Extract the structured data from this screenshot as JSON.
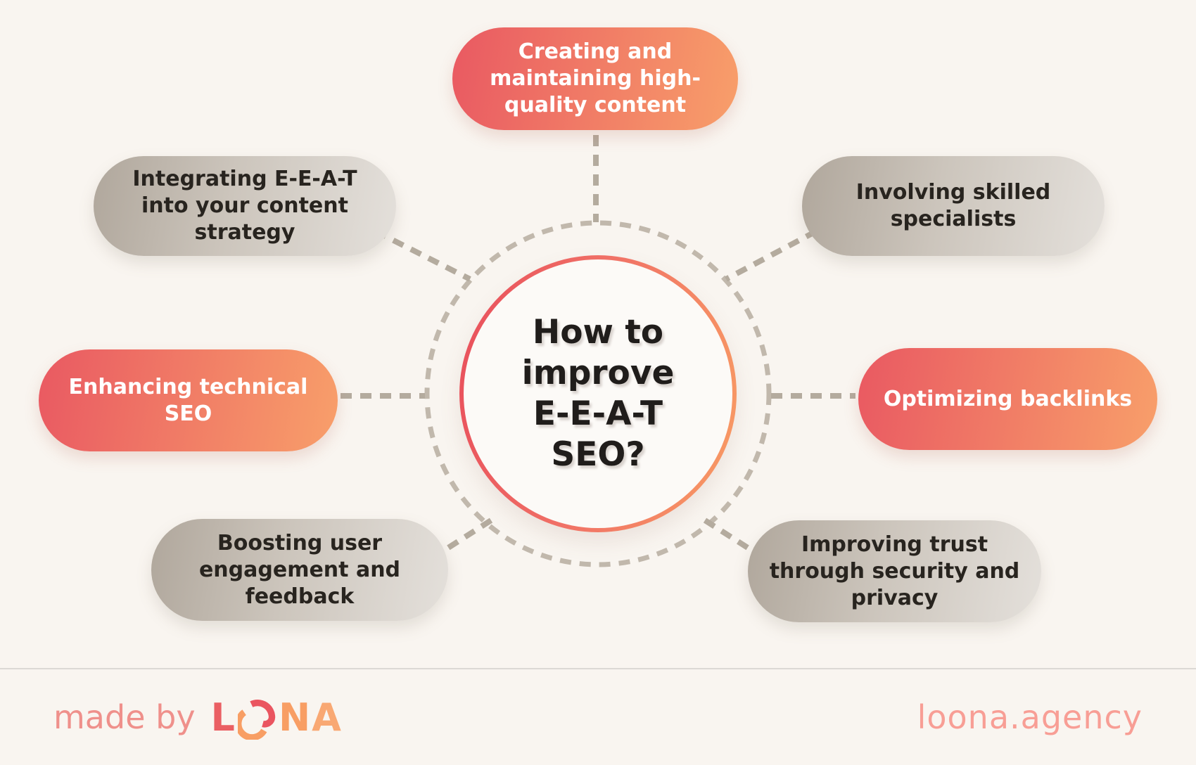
{
  "diagram": {
    "center": {
      "title": "How to\nimprove\nE-E-A-T\nSEO?"
    },
    "nodes": [
      {
        "id": "creating-content",
        "label": "Creating and\nmaintaining high-\nquality content",
        "style": "accent",
        "position": "top"
      },
      {
        "id": "integrating-eeat",
        "label": "Integrating E-E-A-T\ninto your content\nstrategy",
        "style": "neutral",
        "position": "upper-left"
      },
      {
        "id": "involving-specialists",
        "label": "Involving skilled\nspecialists",
        "style": "neutral",
        "position": "upper-right"
      },
      {
        "id": "enhancing-technical-seo",
        "label": "Enhancing technical\nSEO",
        "style": "accent",
        "position": "left"
      },
      {
        "id": "optimizing-backlinks",
        "label": "Optimizing backlinks",
        "style": "accent",
        "position": "right"
      },
      {
        "id": "boosting-engagement",
        "label": "Boosting user\nengagement and\nfeedback",
        "style": "neutral",
        "position": "lower-left"
      },
      {
        "id": "improving-trust",
        "label": "Improving trust\nthrough security and\nprivacy",
        "style": "neutral",
        "position": "lower-right"
      }
    ]
  },
  "footer": {
    "made_by_label": "made by",
    "brand_prefix": "L",
    "brand_suffix_n": "N",
    "brand_suffix_a": "A",
    "brand_icon": "loona-swirl-o-icon",
    "website": "loona.agency"
  },
  "colors": {
    "background": "#f9f5f0",
    "accent_pill_gradient": [
      "#e95962",
      "#f89f6a"
    ],
    "neutral_pill_gradient": [
      "#b0a79c",
      "#e4e0db"
    ],
    "ring_gradient": [
      "#e84e5b",
      "#f89c64"
    ],
    "circle_fill": "#fcfaf7",
    "dashed_line": "#b4ab9e",
    "dashed_circle": "#c1b8ac",
    "text_dark": "#201d1b",
    "text_light": "#ffffff",
    "footer_text": "#ef908b",
    "footer_link": "#f89e95",
    "logo_red": "#ea5f63",
    "logo_orange": "#f89e64",
    "divider": "#dcd9d5"
  }
}
